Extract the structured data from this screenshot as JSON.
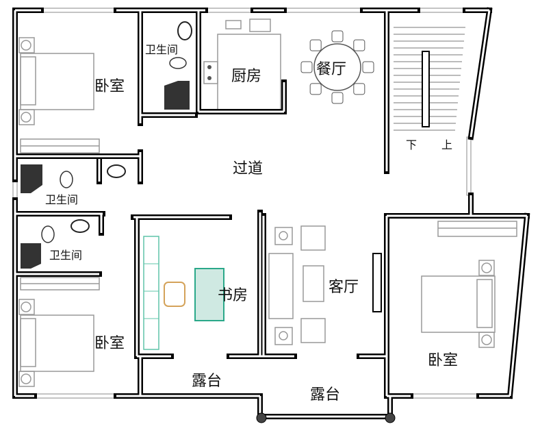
{
  "title": "Floor plan",
  "rooms": {
    "bedroom_nw": "卧室",
    "bath_top": "卫生间",
    "kitchen": "厨房",
    "dining": "餐厅",
    "corridor": "过道",
    "stair_down": "下",
    "stair_up": "上",
    "bath_left_mid": "卫生间",
    "bath_left_low": "卫生间",
    "study": "书房",
    "living": "客厅",
    "bedroom_sw": "卧室",
    "terrace_left": "露台",
    "terrace_center": "露台",
    "bedroom_se": "卧室"
  },
  "colors": {
    "wall": "#000000",
    "furniture": "#999999",
    "study_accent": "#2aa889",
    "study_chair": "#d4a259"
  }
}
